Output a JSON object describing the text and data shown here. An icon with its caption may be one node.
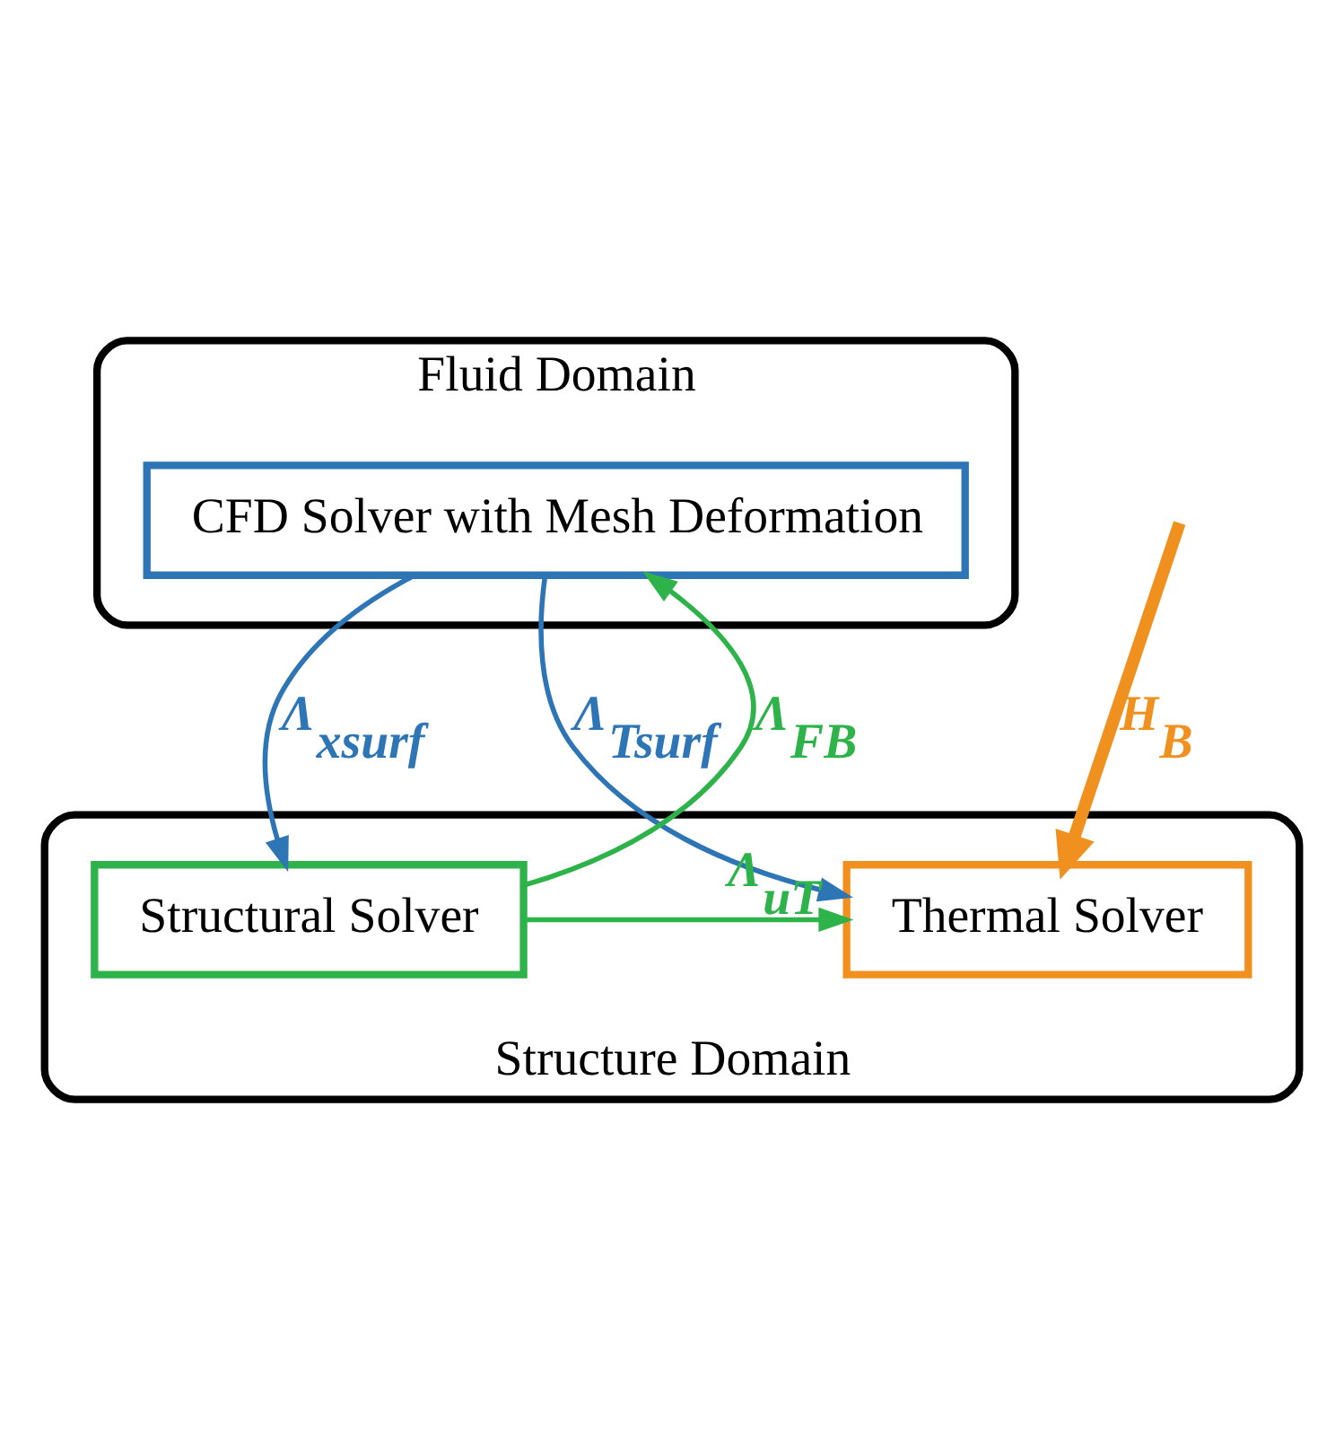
{
  "diagram": {
    "nodes": [
      {
        "text": [
          "Fluid Domain"
        ]
      },
      {
        "text": [
          "CFD Solver with Mesh Deformation"
        ],
        "in": 0
      },
      {
        "text": [
          "Structure Domain"
        ]
      },
      {
        "text": [
          "Thermal Solver"
        ],
        "in": 2
      },
      {
        "text": [
          "Structural Solver"
        ],
        "in": 2
      }
    ],
    "edges": [
      {
        "from": 1,
        "to": 3,
        "arrow": "to",
        "label": "Λ$_{Tsurf}$",
        "color": "#2e75b6"
      },
      {
        "from": 4,
        "to": 1,
        "arrow": "to",
        "label": "Λ$_{FB}$",
        "color": "#2db34a"
      },
      {
        "from": 1,
        "to": 4,
        "arrow": "to",
        "label": "Λ$_{xsurf}$",
        "color": "#2e75b6"
      },
      {
        "from": 4,
        "to": 3,
        "arrow": "to",
        "label": "Λ$_{uT}$",
        "color": "#2db34a"
      },
      {
        "from": null,
        "to": 3,
        "arrow": "to",
        "label": "H$_{B}$",
        "color": "#f0901e",
        "style": "thick"
      }
    ]
  }
}
